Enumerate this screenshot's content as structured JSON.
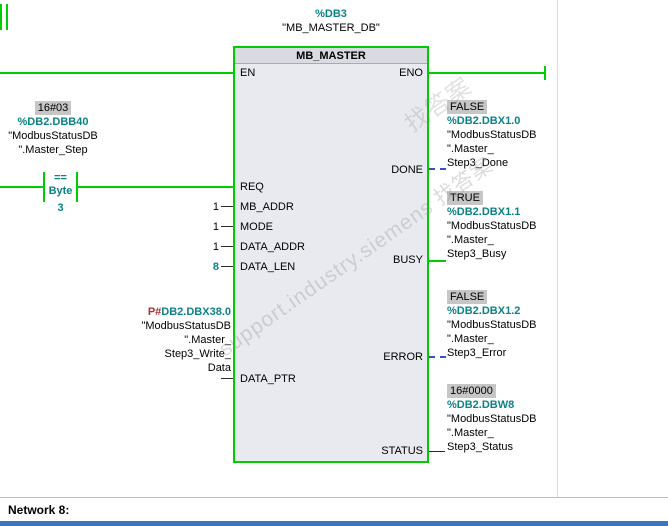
{
  "watermarks": [
    "support.industry.siemens 找答案",
    "找答案"
  ],
  "header": {
    "instance_db": "%DB3",
    "instance_name": "\"MB_MASTER_DB\"",
    "title": "MB_MASTER"
  },
  "pins": {
    "en": "EN",
    "eno": "ENO",
    "req": "REQ",
    "mb_addr": "MB_ADDR",
    "mode": "MODE",
    "data_addr": "DATA_ADDR",
    "data_len": "DATA_LEN",
    "data_ptr": "DATA_PTR",
    "done": "DONE",
    "busy": "BUSY",
    "error": "ERROR",
    "status": "STATUS"
  },
  "input_values": {
    "mb_addr": "1",
    "mode": "1",
    "data_addr": "1",
    "data_len": "8"
  },
  "req_source": {
    "value": "16#03",
    "address": "%DB2.DBB40",
    "line1": "\"ModbusStatusDB",
    "line2": "\".Master_Step",
    "op": "==",
    "type": "Byte",
    "compare_value": "3"
  },
  "data_ptr_source": {
    "prefix": "P#",
    "address": "DB2.DBX38.0",
    "line1": "\"ModbusStatusDB",
    "line2": "\".Master_",
    "line3": "Step3_Write_",
    "line4": "Data"
  },
  "outputs": [
    {
      "pin": "DONE",
      "value": "FALSE",
      "address": "%DB2.DBX1.0",
      "line1": "\"ModbusStatusDB",
      "line2": "\".Master_",
      "line3": "Step3_Done"
    },
    {
      "pin": "BUSY",
      "value": "TRUE",
      "address": "%DB2.DBX1.1",
      "line1": "\"ModbusStatusDB",
      "line2": "\".Master_",
      "line3": "Step3_Busy"
    },
    {
      "pin": "ERROR",
      "value": "FALSE",
      "address": "%DB2.DBX1.2",
      "line1": "\"ModbusStatusDB",
      "line2": "\".Master_",
      "line3": "Step3_Error"
    },
    {
      "pin": "STATUS",
      "value": "16#0000",
      "address": "%DB2.DBW8",
      "line1": "\"ModbusStatusDB",
      "line2": "\".Master_",
      "line3": "Step3_Status"
    }
  ],
  "footer": {
    "network_title": "Network 8:"
  },
  "colors": {
    "wire_active_green": "#00cc00",
    "wire_false_blue": "#3a50c8",
    "operand_teal": "#0c8287",
    "monitor_value_bg": "#c6c6c6",
    "block_fill": "#e9e9f0",
    "bottom_bar_blue": "#3f74ba"
  }
}
